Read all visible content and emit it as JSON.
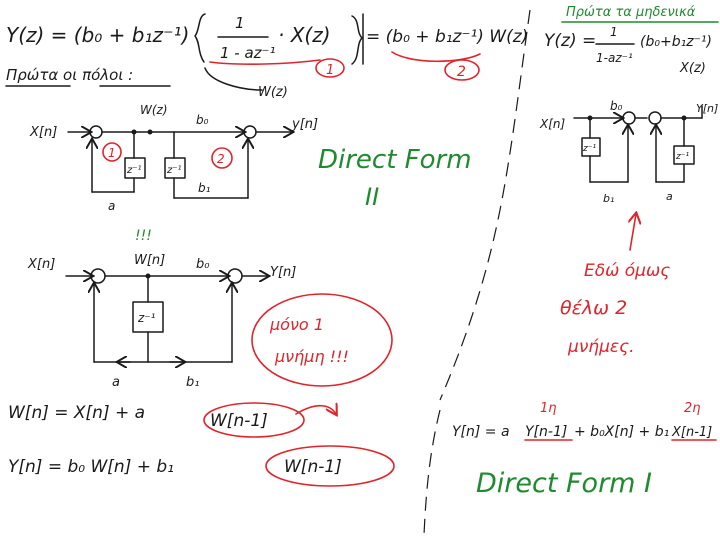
{
  "top": {
    "eq_lhs": "Y(z) = (b₀ + b₁z⁻¹)",
    "frac_num": "1",
    "frac_den": "1 - az⁻¹",
    "frac_tail": "· X(z)",
    "eq_mid": "= (b₀ + b₁z⁻¹) W(z)",
    "first_poles": "Πρώτα οι πόλοι :",
    "wz": "W(z)",
    "tag1": "1",
    "tag2": "2"
  },
  "df2": {
    "x_label": "X[n]",
    "y_label": "y[n]",
    "w_label": "W(z)",
    "b0": "b₀",
    "b1": "b₁",
    "a": "a",
    "z1": "z⁻¹",
    "z2": "z⁻¹",
    "tag1": "1",
    "tag2": "2",
    "title_line1": "Direct Form",
    "title_line2": "II"
  },
  "merged": {
    "mark": "!!!",
    "x_label": "X[n]",
    "w_label": "W[n]",
    "b0": "b₀",
    "y_label": "Y[n]",
    "z": "z⁻¹",
    "a": "a",
    "b1": "b₁",
    "note_line1": "μόνο 1",
    "note_line2": "μνήμη !!!"
  },
  "eqs": {
    "w_eq_left": "W[n] = X[n] + a",
    "w_eq_term": "W[n-1]",
    "y_eq_left": "Y[n] = b₀ W[n] + b₁",
    "y_eq_term": "W[n-1]"
  },
  "right": {
    "header": "Πρώτα τα μηδενικά",
    "eq_lhs": "Y(z) =",
    "frac_num": "1",
    "frac_den": "1-az⁻¹",
    "paren": "(b₀+b₁z⁻¹)",
    "xz": "X(z)",
    "x_label": "X[n]",
    "b0": "b₀",
    "y_label": "Y[n]",
    "z1": "z⁻¹",
    "z2": "z⁻¹",
    "b1": "b₁",
    "a": "a",
    "note_line1": "Εδώ όμως",
    "note_line2": "θέλω 2",
    "note_line3": "μνήμες.",
    "num1": "1η",
    "num2": "2η",
    "eq_left": "Y[n] = a",
    "eq_t1": "Y[n-1]",
    "eq_mid": "+ b₀X[n] + b₁",
    "eq_t2": "X[n-1]",
    "title": "Direct Form I"
  }
}
